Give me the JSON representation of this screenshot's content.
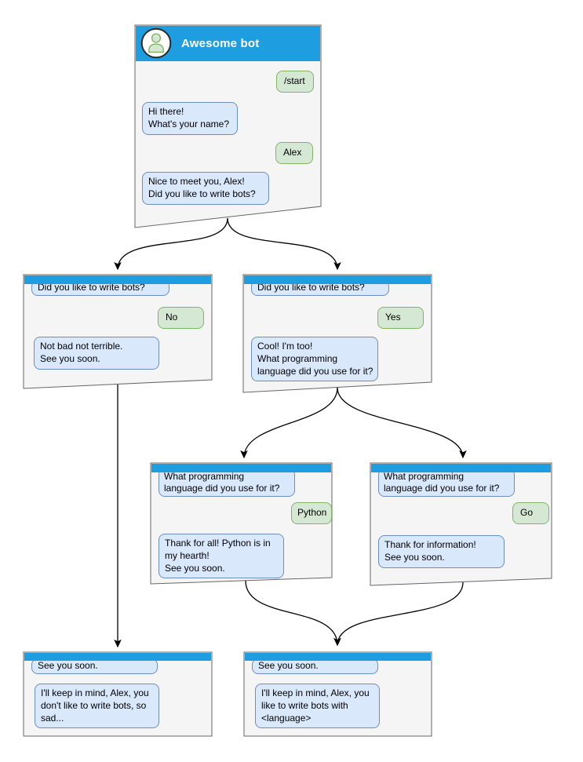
{
  "colors": {
    "titlebar_blue": "#1E9EE0",
    "node_fill": "#F5F5F5",
    "node_border": "#666666",
    "bot_bubble_fill": "#DAE8FC",
    "bot_bubble_border": "#6C8EBF",
    "user_bubble_fill": "#D5E8D4",
    "user_bubble_border": "#82B366",
    "connector": "#000000"
  },
  "nodes": {
    "root": {
      "title": "Awesome bot",
      "avatar": "person-avatar-icon",
      "user_start": "/start",
      "bot_greeting": "Hi there!\nWhat's your name?",
      "user_name": "Alex",
      "bot_question": "Nice to meet you, Alex!\nDid you like to write bots?"
    },
    "branch_no": {
      "context": "Did you like to write bots?",
      "user_answer": "No",
      "bot_reply": "Not bad not terrible.\nSee you soon."
    },
    "branch_yes": {
      "context": "Did you like to write bots?",
      "user_answer": "Yes",
      "bot_reply": "Cool! I'm too!\nWhat programming\nlanguage did you use for it?"
    },
    "branch_python": {
      "context": "What programming\nlanguage did you use for it?",
      "user_answer": "Python",
      "bot_reply": "Thank for all! Python is in\nmy hearth!\nSee you soon."
    },
    "branch_go": {
      "context": "What programming\nlanguage did you use for it?",
      "user_answer": "Go",
      "bot_reply": "Thank for information!\nSee you soon."
    },
    "end_no": {
      "context": "See you soon.",
      "bot_reply": "I'll keep in mind, Alex, you\ndon't like to write bots, so\nsad..."
    },
    "end_yes": {
      "context": "See you soon.",
      "bot_reply": "I'll keep in mind, Alex, you\nlike to write bots with\n<language>"
    }
  }
}
